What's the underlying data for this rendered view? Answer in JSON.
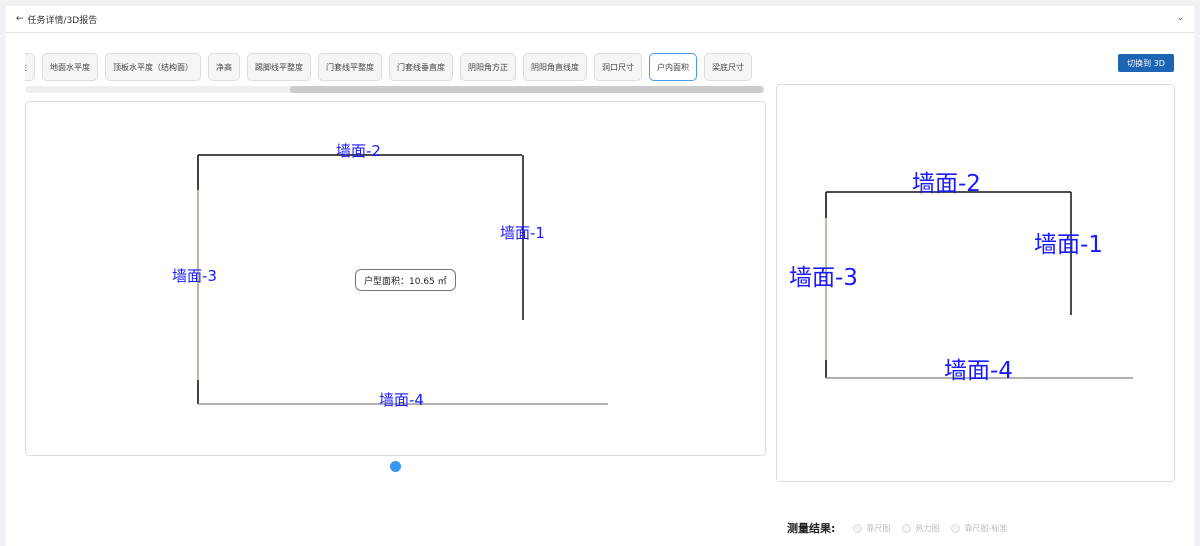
{
  "header": {
    "back_icon": "arrow-left-icon",
    "title": "任务详情/3D报告",
    "collapse_icon": "chevron-down-icon"
  },
  "tabs": [
    {
      "label": "性"
    },
    {
      "label": "地面水平度"
    },
    {
      "label": "顶板水平度（结构面）"
    },
    {
      "label": "净高"
    },
    {
      "label": "踢脚线平整度"
    },
    {
      "label": "门套线平整度"
    },
    {
      "label": "门套线垂直度"
    },
    {
      "label": "阴阳角方正"
    },
    {
      "label": "阴阳角直线度"
    },
    {
      "label": "洞口尺寸"
    },
    {
      "label": "户内面积",
      "active": true
    },
    {
      "label": "梁底尺寸"
    }
  ],
  "switch_3d": "切换到 3D",
  "plan_left": {
    "walls": [
      "墙面-1",
      "墙面-2",
      "墙面-3",
      "墙面-4"
    ],
    "area_label": "户型面积：10.65 ㎡"
  },
  "plan_right": {
    "walls": [
      "墙面-1",
      "墙面-2",
      "墙面-3",
      "墙面-4"
    ]
  },
  "result": {
    "label": "测量结果:",
    "options": [
      "靠尺图",
      "热力图",
      "靠尺图-标准"
    ]
  },
  "colors": {
    "accent": "#1e64b4",
    "wall_label": "#1a1aff",
    "active_tab_border": "#4a9cf0"
  }
}
